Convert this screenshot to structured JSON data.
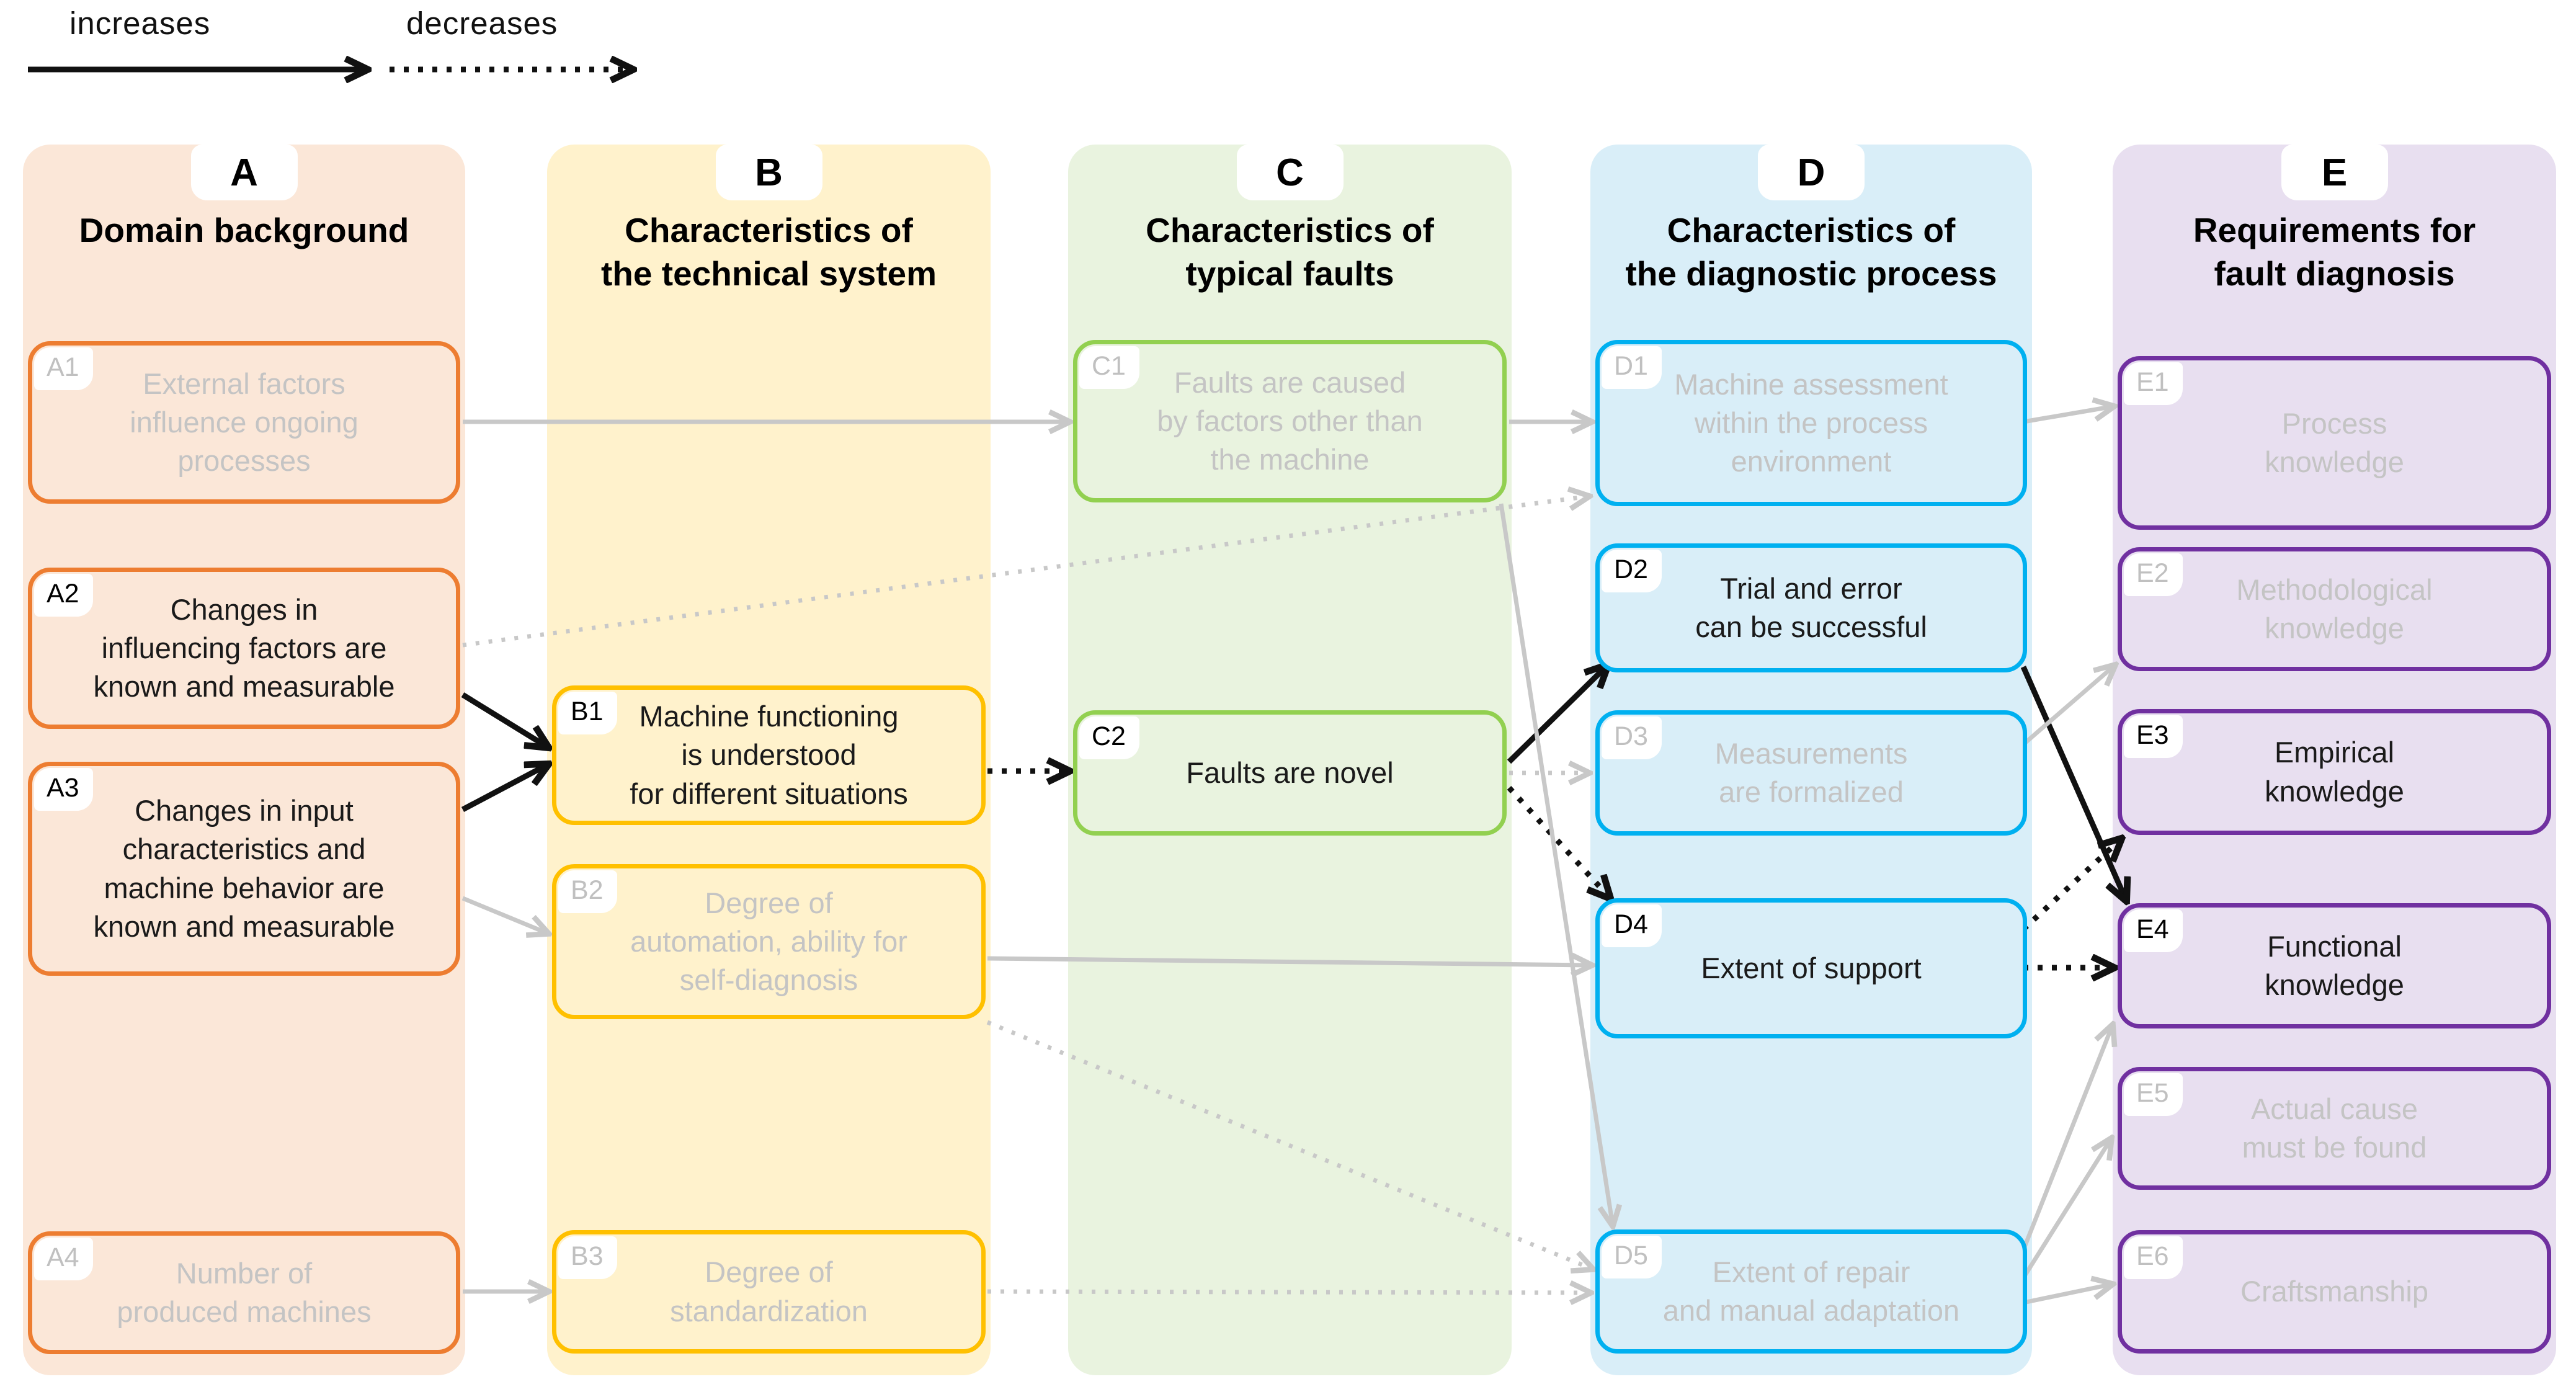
{
  "legend": {
    "increases": "increases",
    "decreases": "decreases"
  },
  "colors": {
    "active_text": "#1a1a1a",
    "inactive_text": "#c4c4c4",
    "arrow_active": "#111111",
    "arrow_inactive": "#c8c8c8",
    "columns": {
      "A": {
        "bg": "#fbe7d8",
        "border": "#ed7d31"
      },
      "B": {
        "bg": "#fff2cc",
        "border": "#ffc000"
      },
      "C": {
        "bg": "#e9f3df",
        "border": "#92d050"
      },
      "D": {
        "bg": "#d9eef8",
        "border": "#00b0f0"
      },
      "E": {
        "bg": "#e8dff0",
        "border": "#7030a0"
      }
    }
  },
  "columns": [
    {
      "tab": "A",
      "title": "Domain background",
      "boxes": [
        {
          "id": "A1",
          "text": "External factors\ninfluence ongoing\nprocesses",
          "active": false
        },
        {
          "id": "A2",
          "text": "Changes in\ninfluencing factors are\nknown and measurable",
          "active": true
        },
        {
          "id": "A3",
          "text": "Changes in input\ncharacteristics and\nmachine behavior are\nknown and measurable",
          "active": true
        },
        {
          "id": "A4",
          "text": "Number of\nproduced machines",
          "active": false
        }
      ]
    },
    {
      "tab": "B",
      "title": "Characteristics of\nthe technical system",
      "boxes": [
        {
          "id": "B1",
          "text": "Machine functioning\nis understood\nfor different situations",
          "active": true
        },
        {
          "id": "B2",
          "text": "Degree of\nautomation, ability for\nself-diagnosis",
          "active": false
        },
        {
          "id": "B3",
          "text": "Degree of\nstandardization",
          "active": false
        }
      ]
    },
    {
      "tab": "C",
      "title": "Characteristics of\ntypical faults",
      "boxes": [
        {
          "id": "C1",
          "text": "Faults are caused\nby factors other than\nthe machine",
          "active": false
        },
        {
          "id": "C2",
          "text": "Faults are novel",
          "active": true
        }
      ]
    },
    {
      "tab": "D",
      "title": "Characteristics of\nthe diagnostic process",
      "boxes": [
        {
          "id": "D1",
          "text": "Machine assessment\nwithin the process\nenvironment",
          "active": false
        },
        {
          "id": "D2",
          "text": "Trial and error\ncan be successful",
          "active": true
        },
        {
          "id": "D3",
          "text": "Measurements\nare formalized",
          "active": false
        },
        {
          "id": "D4",
          "text": "Extent of support",
          "active": true
        },
        {
          "id": "D5",
          "text": "Extent of repair\nand manual adaptation",
          "active": false
        }
      ]
    },
    {
      "tab": "E",
      "title": "Requirements for\nfault diagnosis",
      "boxes": [
        {
          "id": "E1",
          "text": "Process\nknowledge",
          "active": false
        },
        {
          "id": "E2",
          "text": "Methodological\nknowledge",
          "active": false
        },
        {
          "id": "E3",
          "text": "Empirical\nknowledge",
          "active": true
        },
        {
          "id": "E4",
          "text": "Functional\nknowledge",
          "active": true
        },
        {
          "id": "E5",
          "text": "Actual cause\nmust be found",
          "active": false
        },
        {
          "id": "E6",
          "text": "Craftsmanship",
          "active": false
        }
      ]
    }
  ],
  "arrows": [
    {
      "from": "A2",
      "to": "B1",
      "effect": "increases",
      "active": true,
      "points": [
        746,
        1120,
        884,
        1205
      ]
    },
    {
      "from": "A3",
      "to": "B1",
      "effect": "increases",
      "active": true,
      "points": [
        746,
        1305,
        884,
        1232
      ]
    },
    {
      "from": "C2",
      "to": "D2",
      "effect": "increases",
      "active": true,
      "points": [
        2433,
        1228,
        2592,
        1072
      ]
    },
    {
      "from": "D2",
      "to": "E4",
      "effect": "increases",
      "active": true,
      "points": [
        3262,
        1075,
        3428,
        1452
      ]
    },
    {
      "from": "B1",
      "to": "C2",
      "effect": "decreases",
      "active": true,
      "points": [
        1592,
        1243,
        1724,
        1243
      ]
    },
    {
      "from": "C2",
      "to": "D4",
      "effect": "decreases",
      "active": true,
      "points": [
        2433,
        1270,
        2596,
        1448
      ]
    },
    {
      "from": "D4",
      "to": "E3",
      "effect": "decreases",
      "active": true,
      "points": [
        3262,
        1498,
        3420,
        1352
      ]
    },
    {
      "from": "D4",
      "to": "E4",
      "effect": "decreases",
      "active": true,
      "points": [
        3262,
        1560,
        3408,
        1560
      ]
    },
    {
      "from": "A1",
      "to": "C1",
      "effect": "increases",
      "active": false,
      "points": [
        746,
        680,
        1724,
        680
      ]
    },
    {
      "from": "C1",
      "to": "D1",
      "effect": "increases",
      "active": false,
      "points": [
        2433,
        680,
        2566,
        680
      ]
    },
    {
      "from": "A3",
      "to": "B2",
      "effect": "increases",
      "active": false,
      "points": [
        746,
        1448,
        884,
        1505
      ]
    },
    {
      "from": "A4",
      "to": "B3",
      "effect": "increases",
      "active": false,
      "points": [
        746,
        2082,
        884,
        2082
      ]
    },
    {
      "from": "B2",
      "to": "D4",
      "effect": "increases",
      "active": false,
      "points": [
        1592,
        1545,
        2566,
        1556
      ]
    },
    {
      "from": "C1",
      "to": "D5",
      "effect": "increases",
      "active": false,
      "points": [
        2420,
        812,
        2600,
        1976
      ]
    },
    {
      "from": "D1",
      "to": "E1",
      "effect": "increases",
      "active": false,
      "points": [
        3262,
        680,
        3408,
        655
      ]
    },
    {
      "from": "D3",
      "to": "E2",
      "effect": "increases",
      "active": false,
      "points": [
        3262,
        1200,
        3410,
        1072
      ]
    },
    {
      "from": "D5",
      "to": "E4",
      "effect": "increases",
      "active": false,
      "points": [
        3262,
        2015,
        3406,
        1652
      ]
    },
    {
      "from": "D5",
      "to": "E5",
      "effect": "increases",
      "active": false,
      "points": [
        3262,
        2060,
        3404,
        1835
      ]
    },
    {
      "from": "D5",
      "to": "E6",
      "effect": "increases",
      "active": false,
      "points": [
        3262,
        2100,
        3406,
        2070
      ]
    },
    {
      "from": "A2",
      "to": "D1",
      "effect": "decreases",
      "active": false,
      "points": [
        746,
        1040,
        2562,
        800
      ]
    },
    {
      "from": "C2",
      "to": "D3",
      "effect": "decreases",
      "active": false,
      "points": [
        2433,
        1246,
        2562,
        1246
      ]
    },
    {
      "from": "B3",
      "to": "D5",
      "effect": "decreases",
      "active": false,
      "points": [
        1592,
        2082,
        2564,
        2084
      ]
    },
    {
      "from": "B2",
      "to": "D5",
      "effect": "decreases",
      "active": false,
      "points": [
        1592,
        1648,
        2568,
        2046
      ]
    }
  ]
}
